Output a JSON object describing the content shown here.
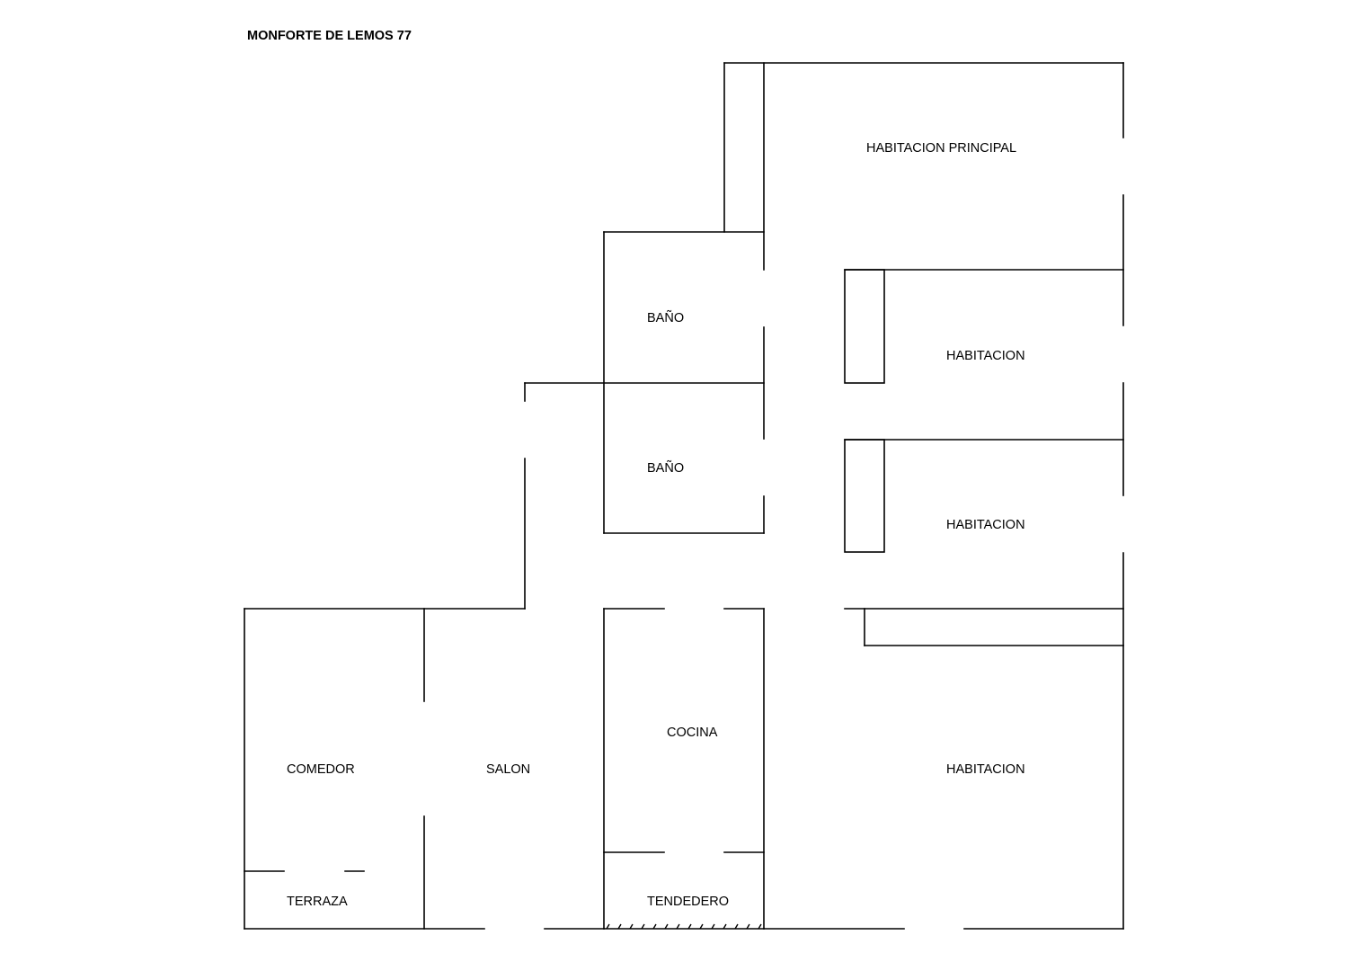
{
  "title": "MONFORTE DE LEMOS 77",
  "rooms": {
    "habitacion_principal": "HABITACION PRINCIPAL",
    "bano_1": "BAÑO",
    "bano_2": "BAÑO",
    "habitacion_1": "HABITACION",
    "habitacion_2": "HABITACION",
    "habitacion_3": "HABITACION",
    "comedor": "COMEDOR",
    "salon": "SALON",
    "cocina": "COCINA",
    "terraza": "TERRAZA",
    "tendedero": "TENDEDERO"
  }
}
